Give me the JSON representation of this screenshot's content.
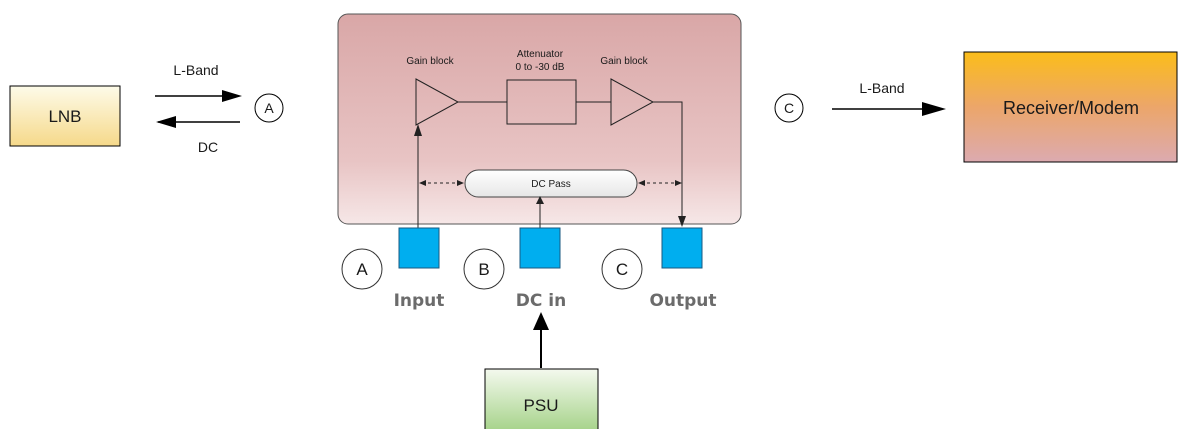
{
  "lnb": {
    "label": "LNB"
  },
  "receiver": {
    "label": "Receiver/Modem"
  },
  "psu": {
    "label": "PSU"
  },
  "signals": {
    "left_top": "L-Band",
    "left_bottom": "DC",
    "right_top": "L-Band"
  },
  "callouts": {
    "left_a": "A",
    "right_c": "C",
    "port_a": "A",
    "port_b": "B",
    "port_c": "C"
  },
  "unit": {
    "gain1": "Gain block",
    "attenuator_line1": "Attenuator",
    "attenuator_line2": "0 to -30 dB",
    "gain2": "Gain block",
    "dc_pass": "DC Pass"
  },
  "ports": {
    "input": "Input",
    "dc_in": "DC in",
    "output": "Output"
  },
  "colors": {
    "lnb_top": "#fdfbe9",
    "lnb_bottom": "#f6d98a",
    "receiver_top": "#fbbd1a",
    "receiver_bottom": "#dcaab0",
    "psu_top": "#eef6e6",
    "psu_bottom": "#a6d38a",
    "unit_fill": "#e2b3b3",
    "connector": "#00aeef"
  }
}
